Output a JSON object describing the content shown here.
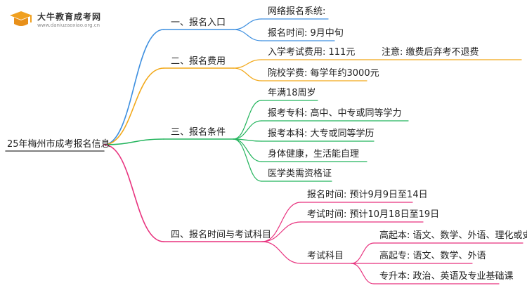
{
  "watermark": {
    "name": "大牛教育成考网",
    "url": "www.daniuzaoxiao.org.cn",
    "accent": "#f0a020"
  },
  "root": {
    "label": "25年梅州市成考报名信息"
  },
  "branches": [
    {
      "label": "一、报名入口",
      "color": "#3d8fe0",
      "children": [
        {
          "label": "网络报名系统:"
        },
        {
          "label": "报名时间: 9月中旬"
        }
      ]
    },
    {
      "label": "二、报名费用",
      "color": "#f2a818",
      "children": [
        {
          "label": "入学考试费用: 111元",
          "note": "注意: 缴费后弃考不退费"
        },
        {
          "label": "院校学费: 每学年约3000元"
        }
      ]
    },
    {
      "label": "三、报名条件",
      "color": "#22b45c",
      "children": [
        {
          "label": "年满18周岁"
        },
        {
          "label": "报考专科: 高中、中专或同等学力"
        },
        {
          "label": "报考本科: 大专或同等学历"
        },
        {
          "label": "身体健康，生活能自理"
        },
        {
          "label": "医学类需资格证"
        }
      ]
    },
    {
      "label": "四、报名时间与考试科目",
      "color": "#e8327e",
      "children": [
        {
          "label": "报名时间: 预计9月9日至14日"
        },
        {
          "label": "考试时间: 预计10月18日至19日"
        },
        {
          "label": "考试科目",
          "children": [
            {
              "label": "高起本: 语文、数学、外语、理化或史地"
            },
            {
              "label": "高起专: 语文、数学、外语"
            },
            {
              "label": "专升本: 政治、英语及专业基础课"
            }
          ]
        }
      ]
    }
  ]
}
